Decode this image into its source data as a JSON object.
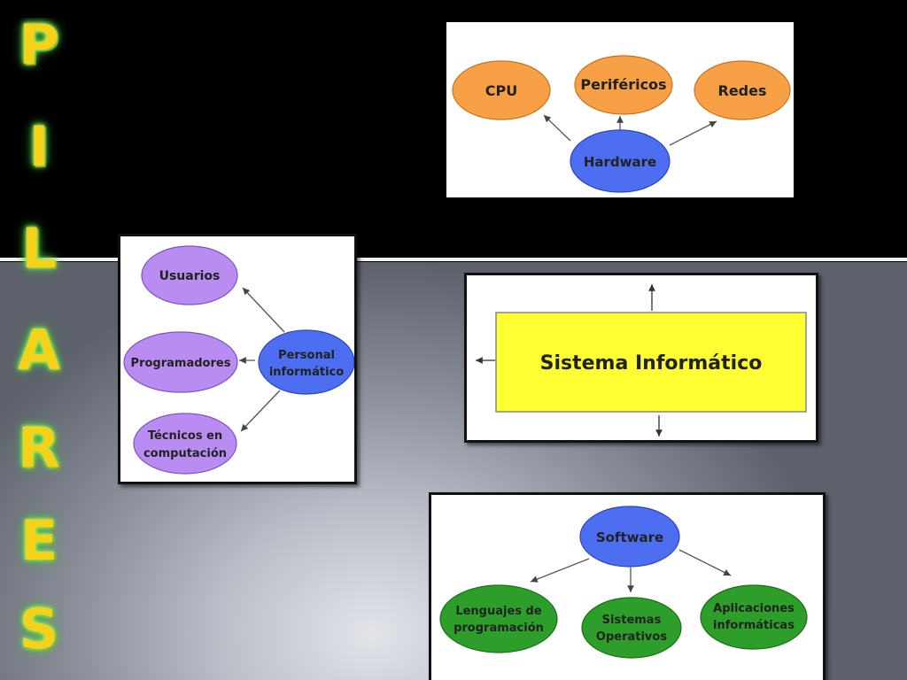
{
  "title_letters": [
    "P",
    "I",
    "L",
    "A",
    "R",
    "E",
    "S"
  ],
  "hardware": {
    "center": "Hardware",
    "children": [
      "CPU",
      "Periféricos",
      "Redes"
    ]
  },
  "personal": {
    "center": [
      "Personal",
      "informático"
    ],
    "children": [
      [
        "Usuarios"
      ],
      [
        "Programadores"
      ],
      [
        "Técnicos en",
        "computación"
      ]
    ]
  },
  "sistema": {
    "label": "Sistema Informático"
  },
  "software": {
    "center": "Software",
    "children": [
      [
        "Lenguajes de",
        "programación"
      ],
      [
        "Sistemas",
        "Operativos"
      ],
      [
        "Aplicaciones",
        "informáticas"
      ]
    ]
  },
  "colors": {
    "orange": "#f7a046",
    "blue": "#4d6ef0",
    "purple": "#b88cf0",
    "green": "#2e9e2a",
    "yellow": "#ffff33",
    "title_yellow": "#f5d21a"
  }
}
